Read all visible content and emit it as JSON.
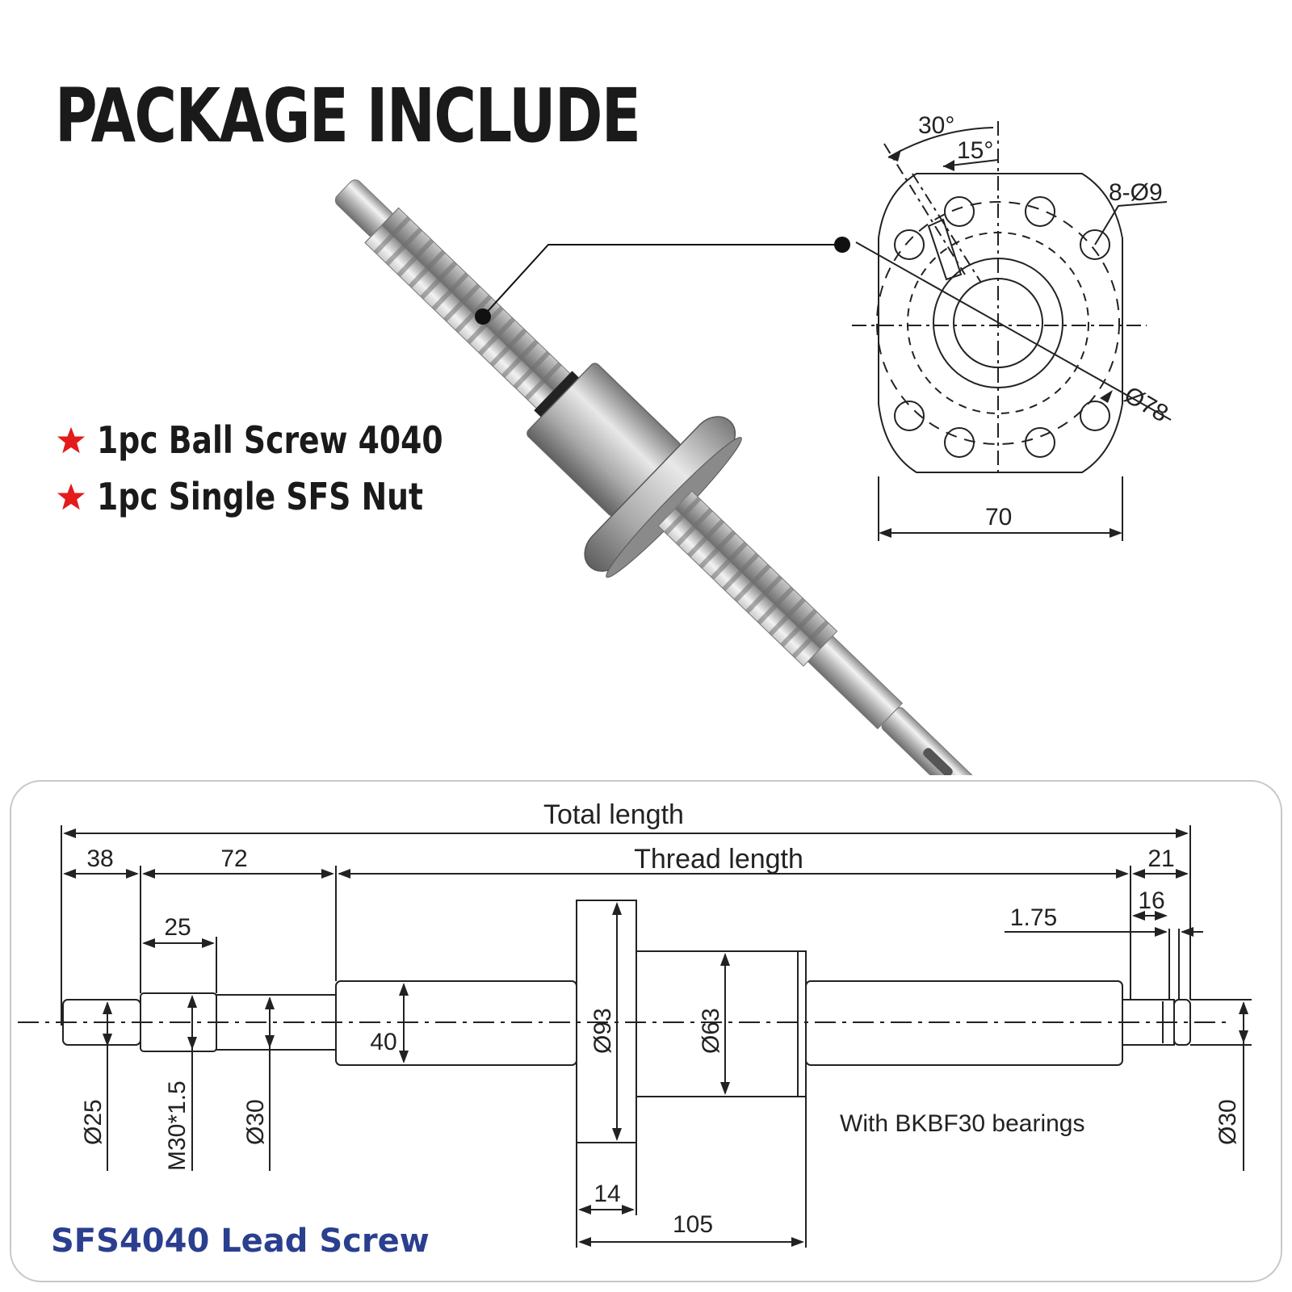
{
  "heading": {
    "title": "PACKAGE INCLUDE"
  },
  "package_items": [
    {
      "icon": "red-star-icon",
      "text": "1pc Ball Screw 4040"
    },
    {
      "icon": "red-star-icon",
      "text": "1pc Single SFS Nut"
    }
  ],
  "flange_drawing": {
    "angle_a": "30°",
    "angle_b": "15°",
    "holes": "8-Ø9",
    "bolt_circle": "Ø78",
    "width": "70"
  },
  "shaft_drawing": {
    "total_length": "Total length",
    "thread_length": "Thread length",
    "len_38": "38",
    "len_72": "72",
    "len_25": "25",
    "len_21": "21",
    "len_16": "16",
    "len_175": "1.75",
    "d_25": "Ø25",
    "d_m30": "M30*1.5",
    "d_30_left": "Ø30",
    "d_40": "40",
    "d_93": "Ø93",
    "d_63": "Ø63",
    "d_30_right": "Ø30",
    "len_14": "14",
    "len_105": "105",
    "bearing_note": "With BKBF30 bearings",
    "caption": "SFS4040 Lead Screw"
  },
  "colors": {
    "accent_red": "#e31b1b",
    "caption_blue": "#2b3f8f",
    "line": "#222222"
  }
}
